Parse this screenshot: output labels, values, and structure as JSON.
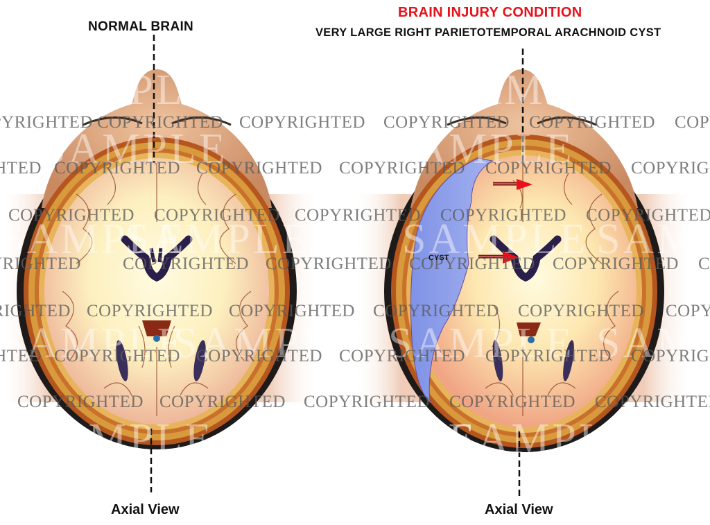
{
  "left_panel": {
    "title": "NORMAL BRAIN",
    "caption": "Axial View"
  },
  "right_panel": {
    "title": "BRAIN INJURY CONDITION",
    "subtitle": "VERY LARGE RIGHT PARIETOTEMPORAL ARACHNOID CYST",
    "cyst_label": "CYST",
    "caption": "Axial View",
    "arrow_count": 2
  },
  "colors": {
    "injury_title": "#e8111a",
    "cyst": "#8c9ee8",
    "skin": "#e0a77f",
    "skull": "#d79a3b",
    "white_matter": "#fff6c8",
    "gray_matter": "#f0b79a",
    "ventricle": "#2a1f4a",
    "arrow": "#e8111a"
  },
  "watermarks": {
    "copyright_text": "COPYRIGHTED",
    "sample_text": "SAMPLE"
  }
}
